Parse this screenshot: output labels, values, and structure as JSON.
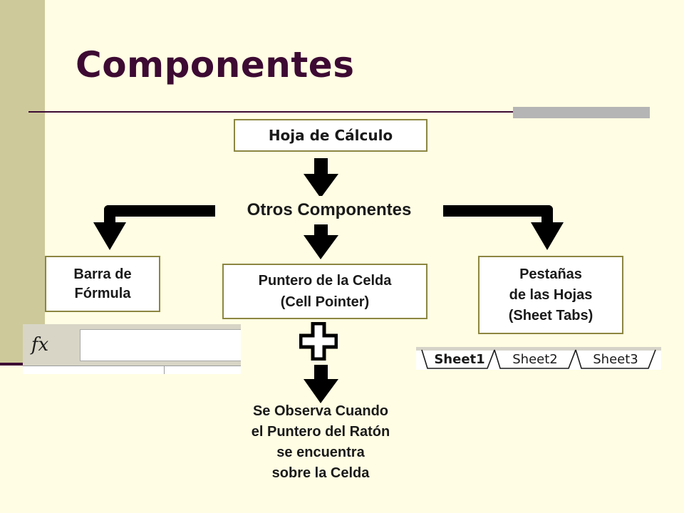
{
  "title": "Componentes",
  "nodes": {
    "hoja": "Hoja de Cálculo",
    "otros": "Otros Componentes",
    "barra": [
      "Barra de",
      "Fórmula"
    ],
    "puntero": [
      "Puntero de la Celda",
      "(Cell Pointer)"
    ],
    "pestanas": [
      "Pestañas",
      "de las Hojas",
      "(Sheet Tabs)"
    ],
    "observa": [
      "Se Observa Cuando",
      "el Puntero del Ratón",
      "se encuentra",
      "sobre la Celda"
    ]
  },
  "formula_bar": {
    "fx": "fx"
  },
  "sheet_tabs": [
    "Sheet1",
    "Sheet2",
    "Sheet3"
  ],
  "colors": {
    "background": "#fffde3",
    "accent": "#3d0a33",
    "band": "#cdc99a",
    "box_border": "#8c8641"
  }
}
